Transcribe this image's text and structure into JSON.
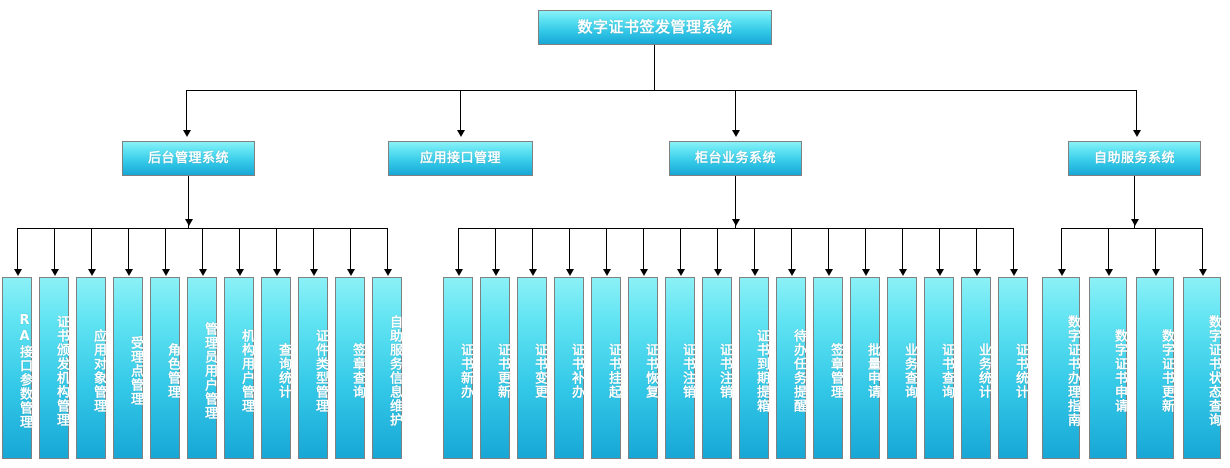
{
  "diagram": {
    "type": "org-chart",
    "orientation": "top-down",
    "root": {
      "label": "数字证书签发管理系统"
    },
    "level2": [
      {
        "id": "backend",
        "label": "后台管理系统"
      },
      {
        "id": "api",
        "label": "应用接口管理"
      },
      {
        "id": "counter",
        "label": "柜台业务系统"
      },
      {
        "id": "selfservice",
        "label": "自助服务系统"
      }
    ],
    "groups": {
      "backend": [
        {
          "label": "RA接口参数管理"
        },
        {
          "label": "证书颁发机构管理"
        },
        {
          "label": "应用对象管理"
        },
        {
          "label": "受理点管理"
        },
        {
          "label": "角色管理"
        },
        {
          "label": "管理员用户管理"
        },
        {
          "label": "机构用户管理"
        },
        {
          "label": "查询统计"
        },
        {
          "label": "证件类型管理"
        },
        {
          "label": "签章查询"
        },
        {
          "label": "自助服务信息维护"
        }
      ],
      "api": [],
      "counter": [
        {
          "label": "证书新办"
        },
        {
          "label": "证书更新"
        },
        {
          "label": "证书变更"
        },
        {
          "label": "证书补办"
        },
        {
          "label": "证书挂起"
        },
        {
          "label": "证书恢复"
        },
        {
          "label": "证书注销"
        },
        {
          "label": "证书注销"
        },
        {
          "label": "证书到期提箱"
        },
        {
          "label": "待办任务提醒"
        },
        {
          "label": "签章管理"
        },
        {
          "label": "批量申请"
        },
        {
          "label": "业务查询"
        },
        {
          "label": "证书查询"
        },
        {
          "label": "业务统计"
        },
        {
          "label": "证书统计"
        }
      ],
      "selfservice": [
        {
          "label": "数字证书办理指南"
        },
        {
          "label": "数字证书申请"
        },
        {
          "label": "数字证书更新"
        },
        {
          "label": "数字证书状态查询"
        }
      ]
    },
    "colors": {
      "box_top": "#8CF1F7",
      "box_bottom": "#18A7D6",
      "box_border": "#808080",
      "text": "#FFFFFF",
      "connector": "#000000",
      "background": "#FFFFFF"
    }
  }
}
